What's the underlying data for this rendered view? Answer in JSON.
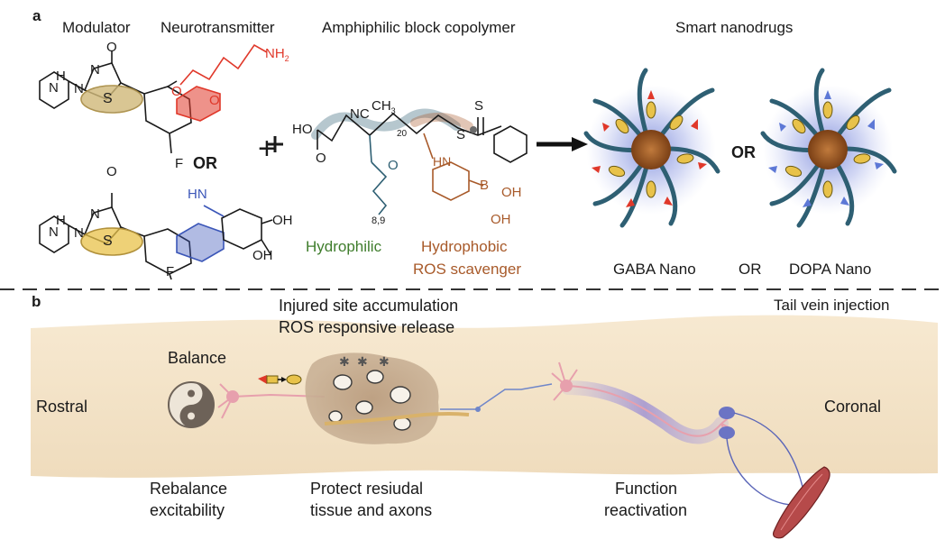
{
  "panel_a": {
    "label": "a",
    "headers": {
      "modulator": "Modulator",
      "neurotransmitter": "Neurotransmitter",
      "copolymer": "Amphiphilic block copolymer",
      "smart_nanodrugs": "Smart nanodrugs"
    },
    "or_between_molecules": "OR",
    "plus": "+",
    "or_between_nanos": "OR",
    "hydrophilic": "Hydrophilic",
    "hydrophobic": "Hydrophobic",
    "ros_scavenger": "ROS scavenger",
    "gaba_nano": "GABA Nano",
    "nano_or": "OR",
    "dopa_nano": "DOPA Nano",
    "atoms": {
      "o": "O",
      "n": "N",
      "h": "H",
      "s": "S",
      "f": "F",
      "nh2": "NH",
      "nh2_sub": "2",
      "hn": "HN",
      "nh": "HN",
      "oh": "OH",
      "b": "B",
      "ho": "HO",
      "nc": "NC",
      "ch3": "CH",
      "ch3_sub": "3",
      "sub_89": "8,9",
      "sub_20": "20"
    }
  },
  "panel_b": {
    "label": "b",
    "injured_line1": "Injured site accumulation",
    "injured_line2": "ROS responsive release",
    "tail_vein": "Tail vein injection",
    "balance": "Balance",
    "rostral": "Rostral",
    "coronal": "Coronal",
    "rebalance_line1": "Rebalance",
    "rebalance_line2": "excitability",
    "protect_line1": "Protect resiudal",
    "protect_line2": "tissue and axons",
    "function_line1": "Function",
    "function_line2": "reactivation"
  },
  "colors": {
    "spinal_cord": "#f4e3c8",
    "hydrophilic_green": "#3f7d2c",
    "hydrophobic_brown": "#a85a2a",
    "gaba_red": "#e0382a",
    "dopa_blue": "#3b56b8",
    "neuron_pink": "#e7a0ad",
    "axon_purple": "#a89bd6",
    "polymer_teal": "#2e5f73",
    "core_brown": "#9a5524",
    "drug_yellow": "#e8c24a"
  }
}
